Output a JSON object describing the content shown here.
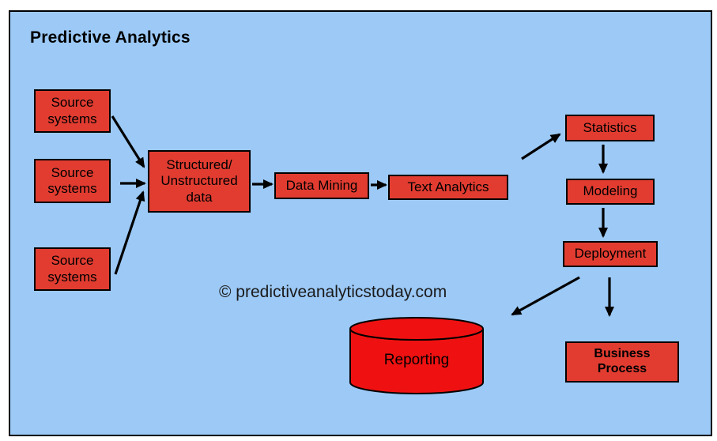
{
  "title": "Predictive Analytics",
  "watermark": "© predictiveanalyticstoday.com",
  "nodes": {
    "source1": {
      "label": "Source\nsystems"
    },
    "source2": {
      "label": "Source\nsystems"
    },
    "source3": {
      "label": "Source\nsystems"
    },
    "structured": {
      "label": "Structured/\nUnstructured\ndata"
    },
    "data_mining": {
      "label": "Data Mining"
    },
    "text_analytics": {
      "label": "Text Analytics"
    },
    "statistics": {
      "label": "Statistics"
    },
    "modeling": {
      "label": "Modeling"
    },
    "deployment": {
      "label": "Deployment"
    },
    "business_process": {
      "label": "Business\nProcess"
    },
    "reporting": {
      "label": "Reporting"
    }
  },
  "edges": [
    {
      "from": "source-systems-1",
      "to": "structured-unstructured-data"
    },
    {
      "from": "source-systems-2",
      "to": "structured-unstructured-data"
    },
    {
      "from": "source-systems-3",
      "to": "structured-unstructured-data"
    },
    {
      "from": "structured-unstructured-data",
      "to": "data-mining"
    },
    {
      "from": "data-mining",
      "to": "text-analytics"
    },
    {
      "from": "text-analytics",
      "to": "statistics"
    },
    {
      "from": "statistics",
      "to": "modeling"
    },
    {
      "from": "modeling",
      "to": "deployment"
    },
    {
      "from": "deployment",
      "to": "business-process"
    },
    {
      "from": "deployment",
      "to": "reporting"
    }
  ],
  "colors": {
    "panel_background": "#9CC9F6",
    "panel_border": "#000000",
    "box_fill": "#E23C31",
    "box_border": "#000000",
    "cylinder_fill": "#EF1111",
    "arrow": "#000000",
    "text": "#000000",
    "page_background": "#FFFFFF"
  }
}
